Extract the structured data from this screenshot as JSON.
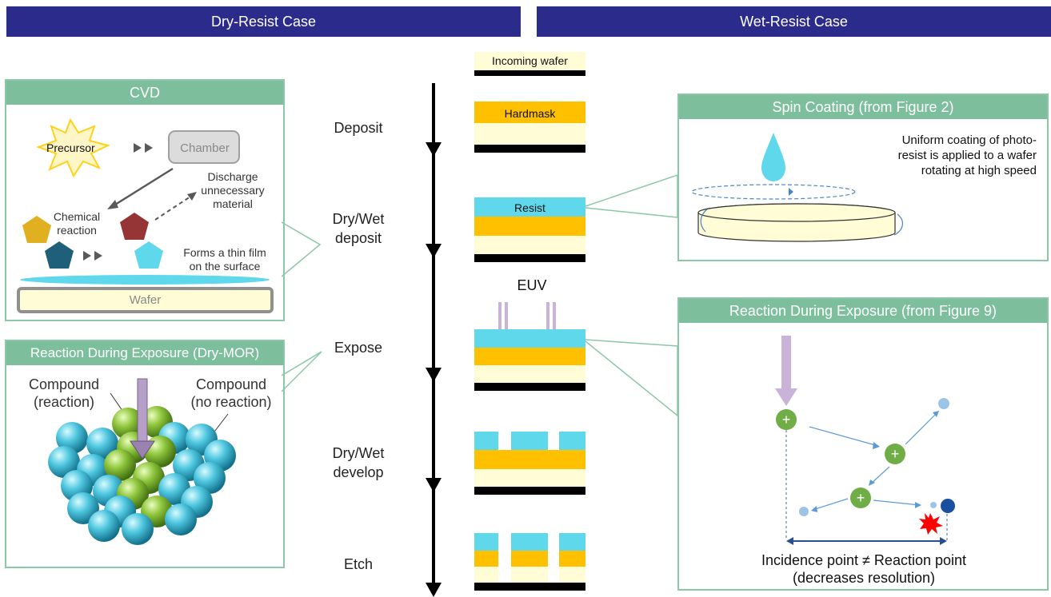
{
  "banners": {
    "dry": "Dry-Resist Case",
    "wet": "Wet-Resist Case"
  },
  "cvd": {
    "title": "CVD",
    "precursor": "Precursor",
    "chamber": "Chamber",
    "discharge": [
      "Discharge",
      "unnecessary",
      "material"
    ],
    "chemical": [
      "Chemical",
      "reaction"
    ],
    "forms": [
      "Forms a thin film",
      "on the surface"
    ],
    "wafer": "Wafer"
  },
  "dry_mor": {
    "title": "Reaction During Exposure (Dry-MOR)",
    "compound_reaction": [
      "Compound",
      "(reaction)"
    ],
    "compound_no_reaction": [
      "Compound",
      "(no reaction)"
    ]
  },
  "steps": {
    "deposit": "Deposit",
    "drywet_deposit": [
      "Dry/Wet",
      "deposit"
    ],
    "expose": "Expose",
    "drywet_develop": [
      "Dry/Wet",
      "develop"
    ],
    "etch": "Etch"
  },
  "wafers": {
    "incoming": "Incoming wafer",
    "hardmask": "Hardmask",
    "resist": "Resist",
    "euv": "EUV"
  },
  "spin": {
    "title": "Spin Coating (from Figure 2)",
    "desc": [
      "Uniform coating of photo-",
      "resist is applied to a wafer",
      "rotating at high speed"
    ]
  },
  "reaction": {
    "title": "Reaction During Exposure (from Figure 9)",
    "caption": [
      "Incidence point ≠ Reaction point",
      "(decreases resolution)"
    ]
  },
  "colors": {
    "banner": "#2b2b8c",
    "panel_header": "#7dbf9c",
    "hardmask": "#ffc000",
    "resist": "#5fd8ec",
    "substrate": "#fffcd6",
    "euv": "#c9b3d9"
  }
}
